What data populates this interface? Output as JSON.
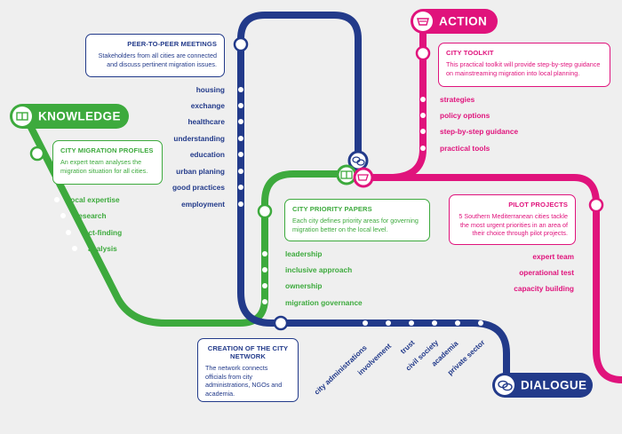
{
  "colors": {
    "navy": "#223a8a",
    "green": "#3daa3d",
    "pink": "#e0137c",
    "background": "#efefef"
  },
  "lines": {
    "knowledge": {
      "label": "KNOWLEDGE",
      "icon": "book-icon"
    },
    "action": {
      "label": "ACTION",
      "icon": "toolkit-icon"
    },
    "dialogue": {
      "label": "DIALOGUE",
      "icon": "speech-bubbles-icon"
    }
  },
  "boxes": {
    "peer": {
      "title": "PEER-TO-PEER MEETINGS",
      "text": "Stakeholders from all cities are connected and discuss pertinent migration issues."
    },
    "toolkit": {
      "title": "CITY TOOLKIT",
      "text": "This practical toolkit will provide step-by-step guidance on mainstreaming migration into local planning."
    },
    "profiles": {
      "title": "CITY MIGRATION PROFILES",
      "text": "An expert team analyses the migration situation for all cities."
    },
    "papers": {
      "title": "CITY PRIORITY PAPERS",
      "text": "Each city defines priority areas for governing migration better on the local level."
    },
    "pilot": {
      "title": "PILOT PROJECTS",
      "text": "5 Southern Mediterranean cities tackle the most urgent priorities in an area of their choice through pilot projects."
    },
    "network": {
      "title": "CREATION OF THE CITY NETWORK",
      "text": "The network connects officials from city administrations, NGOs and academia."
    }
  },
  "stops": {
    "peer": [
      "housing",
      "exchange",
      "healthcare",
      "understanding",
      "education",
      "urban planing",
      "good practices",
      "employment"
    ],
    "toolkit": [
      "strategies",
      "policy options",
      "step-by-step guidance",
      "practical tools"
    ],
    "profiles": [
      "local expertise",
      "research",
      "fact-finding",
      "analysis"
    ],
    "papers": [
      "leadership",
      "inclusive approach",
      "ownership",
      "migration governance"
    ],
    "pilot": [
      "expert team",
      "operational test",
      "capacity building"
    ],
    "network": [
      "city administrations",
      "involvement",
      "trust",
      "civil society",
      "academia",
      "private sector"
    ]
  }
}
